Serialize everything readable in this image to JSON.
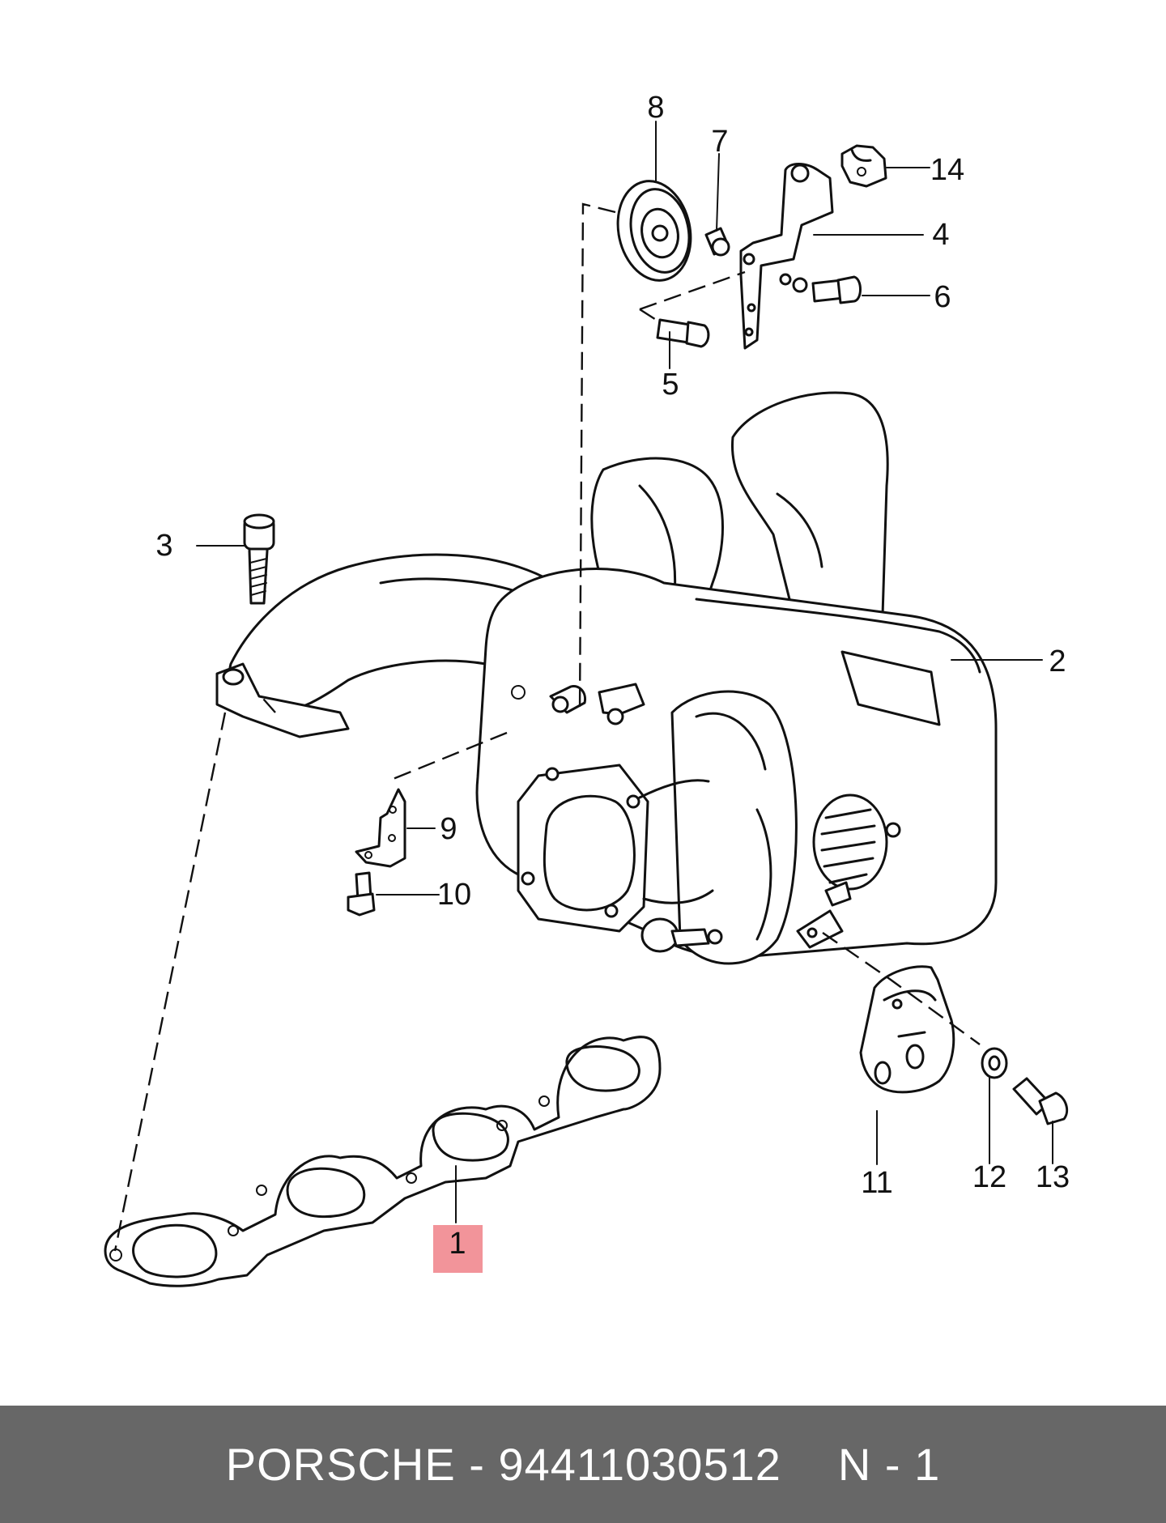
{
  "callouts": [
    {
      "id": "1",
      "label": "1",
      "highlighted": true
    },
    {
      "id": "2",
      "label": "2"
    },
    {
      "id": "3",
      "label": "3"
    },
    {
      "id": "4",
      "label": "4"
    },
    {
      "id": "5",
      "label": "5"
    },
    {
      "id": "6",
      "label": "6"
    },
    {
      "id": "7",
      "label": "7"
    },
    {
      "id": "8",
      "label": "8"
    },
    {
      "id": "9",
      "label": "9"
    },
    {
      "id": "10",
      "label": "10"
    },
    {
      "id": "11",
      "label": "11"
    },
    {
      "id": "12",
      "label": "12"
    },
    {
      "id": "13",
      "label": "13"
    },
    {
      "id": "14",
      "label": "14"
    }
  ],
  "colors": {
    "highlight": "#f2949a",
    "footer_background": "#676767",
    "footer_text": "#ffffff",
    "line": "#111111"
  },
  "footer": {
    "brand": "PORSCHE",
    "separator": " - ",
    "part_number": "94411030512",
    "position": "N - 1"
  }
}
